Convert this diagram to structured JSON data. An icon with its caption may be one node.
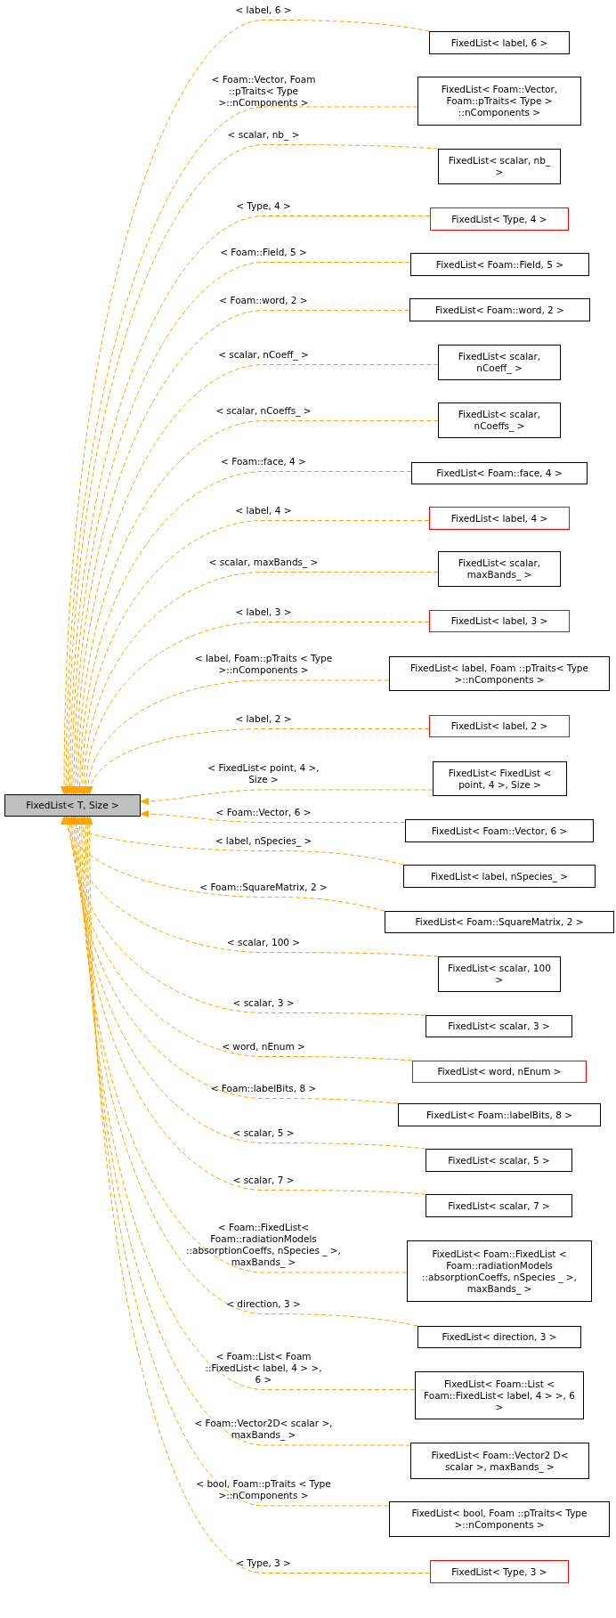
{
  "diagram": {
    "nodes": [
      {
        "text": [
          "FixedList< T, Size >"
        ]
      },
      {
        "text": [
          "FixedList< label, 6 >"
        ]
      },
      {
        "text": [
          "FixedList< Foam::Vector, Foam::pTraits< Type > ::nComponents >"
        ]
      },
      {
        "text": [
          "FixedList< scalar, nb_ >"
        ]
      },
      {
        "text": [
          "FixedList< Type, 4 >"
        ]
      },
      {
        "text": [
          "FixedList< Foam::Field, 5 >"
        ]
      },
      {
        "text": [
          "FixedList< Foam::word, 2 >"
        ]
      },
      {
        "text": [
          "FixedList< scalar, nCoeff_ >"
        ]
      },
      {
        "text": [
          "FixedList< scalar, nCoeffs_ >"
        ]
      },
      {
        "text": [
          "FixedList< Foam::face, 4 >"
        ]
      },
      {
        "text": [
          "FixedList< label, 4 >"
        ]
      },
      {
        "text": [
          "FixedList< scalar, maxBands_ >"
        ]
      },
      {
        "text": [
          "FixedList< label, 3 >"
        ]
      },
      {
        "text": [
          "FixedList< label, Foam ::pTraits< Type >::nComponents >"
        ]
      },
      {
        "text": [
          "FixedList< label, 2 >"
        ]
      },
      {
        "text": [
          "FixedList< FixedList < point, 4 >, Size >"
        ]
      },
      {
        "text": [
          "FixedList< Foam::Vector, 6 >"
        ]
      },
      {
        "text": [
          "FixedList< label, nSpecies_ >"
        ]
      },
      {
        "text": [
          "FixedList< Foam::SquareMatrix, 2 >"
        ]
      },
      {
        "text": [
          "FixedList< scalar, 100 >"
        ]
      },
      {
        "text": [
          "FixedList< scalar, 3 >"
        ]
      },
      {
        "text": [
          "FixedList< word, nEnum >"
        ]
      },
      {
        "text": [
          "FixedList< Foam::labelBits, 8 >"
        ]
      },
      {
        "text": [
          "FixedList< scalar, 5 >"
        ]
      },
      {
        "text": [
          "FixedList< scalar, 7 >"
        ]
      },
      {
        "text": [
          "FixedList< Foam::FixedList < Foam::radiationModels ::absorptionCoeffs, nSpecies _ >, maxBands_ >"
        ]
      },
      {
        "text": [
          "FixedList< direction, 3 >"
        ]
      },
      {
        "text": [
          "FixedList< Foam::List < Foam::FixedList< label, 4 > >, 6 >"
        ]
      },
      {
        "text": [
          "FixedList< Foam::Vector2 D< scalar >, maxBands_ >"
        ]
      },
      {
        "text": [
          "FixedList< bool, Foam ::pTraits< Type >::nComponents >"
        ]
      },
      {
        "text": [
          "FixedList< Type, 3 >"
        ]
      }
    ],
    "edges": [
      {
        "from": 1,
        "to": 0,
        "arrow": "to",
        "style": "dashed",
        "label": "< label, 6 >"
      },
      {
        "from": 2,
        "to": 0,
        "arrow": "to",
        "style": "dashed",
        "label": "< Foam::Vector, Foam ::pTraits< Type >::nComponents >"
      },
      {
        "from": 3,
        "to": 0,
        "arrow": "to",
        "style": "dashed",
        "label": "< scalar, nb_ >"
      },
      {
        "from": 4,
        "to": 0,
        "arrow": "to",
        "style": "dashed",
        "label": "< Type, 4 >"
      },
      {
        "from": 5,
        "to": 0,
        "arrow": "to",
        "style": "dashed",
        "label": "< Foam::Field, 5 >"
      },
      {
        "from": 6,
        "to": 0,
        "arrow": "to",
        "style": "dashed",
        "label": "< Foam::word, 2 >"
      },
      {
        "from": 7,
        "to": 0,
        "arrow": "to",
        "style": "dashed",
        "label": "< scalar, nCoeff_ >"
      },
      {
        "from": 8,
        "to": 0,
        "arrow": "to",
        "style": "dashed",
        "label": "< scalar, nCoeffs_ >"
      },
      {
        "from": 9,
        "to": 0,
        "arrow": "to",
        "style": "dashed",
        "label": "< Foam::face, 4 >"
      },
      {
        "from": 10,
        "to": 0,
        "arrow": "to",
        "style": "dashed",
        "label": "< label, 4 >"
      },
      {
        "from": 11,
        "to": 0,
        "arrow": "to",
        "style": "dashed",
        "label": "< scalar, maxBands_ >"
      },
      {
        "from": 12,
        "to": 0,
        "arrow": "to",
        "style": "dashed",
        "label": "< label, 3 >"
      },
      {
        "from": 13,
        "to": 0,
        "arrow": "to",
        "style": "dashed",
        "label": "< label, Foam::pTraits < Type >::nComponents >"
      },
      {
        "from": 14,
        "to": 0,
        "arrow": "to",
        "style": "dashed",
        "label": "< label, 2 >"
      },
      {
        "from": 15,
        "to": 0,
        "arrow": "to",
        "style": "dashed",
        "label": "< FixedList< point, 4 >, Size >"
      },
      {
        "from": 16,
        "to": 0,
        "arrow": "to",
        "style": "dashed",
        "label": "< Foam::Vector, 6 >"
      },
      {
        "from": 17,
        "to": 0,
        "arrow": "to",
        "style": "dashed",
        "label": "< label, nSpecies_ >"
      },
      {
        "from": 18,
        "to": 0,
        "arrow": "to",
        "style": "dashed",
        "label": "< Foam::SquareMatrix, 2 >"
      },
      {
        "from": 19,
        "to": 0,
        "arrow": "to",
        "style": "dashed",
        "label": "< scalar, 100 >"
      },
      {
        "from": 20,
        "to": 0,
        "arrow": "to",
        "style": "dashed",
        "label": "< scalar, 3 >"
      },
      {
        "from": 21,
        "to": 0,
        "arrow": "to",
        "style": "dashed",
        "label": "< word, nEnum >"
      },
      {
        "from": 22,
        "to": 0,
        "arrow": "to",
        "style": "dashed",
        "label": "< Foam::labelBits, 8 >"
      },
      {
        "from": 23,
        "to": 0,
        "arrow": "to",
        "style": "dashed",
        "label": "< scalar, 5 >"
      },
      {
        "from": 24,
        "to": 0,
        "arrow": "to",
        "style": "dashed",
        "label": "< scalar, 7 >"
      },
      {
        "from": 25,
        "to": 0,
        "arrow": "to",
        "style": "dashed",
        "label": "< Foam::FixedList< Foam::radiationModels ::absorptionCoeffs, nSpecies _ >, maxBands_ >"
      },
      {
        "from": 26,
        "to": 0,
        "arrow": "to",
        "style": "dashed",
        "label": "< direction, 3 >"
      },
      {
        "from": 27,
        "to": 0,
        "arrow": "to",
        "style": "dashed",
        "label": "< Foam::List< Foam ::FixedList< label, 4 > >, 6 >"
      },
      {
        "from": 28,
        "to": 0,
        "arrow": "to",
        "style": "dashed",
        "label": "< Foam::Vector2D< scalar >, maxBands_ >"
      },
      {
        "from": 29,
        "to": 0,
        "arrow": "to",
        "style": "dashed",
        "label": "< bool, Foam::pTraits < Type >::nComponents >"
      },
      {
        "from": 30,
        "to": 0,
        "arrow": "to",
        "style": "dashed",
        "label": "< Type, 3 >"
      }
    ]
  }
}
